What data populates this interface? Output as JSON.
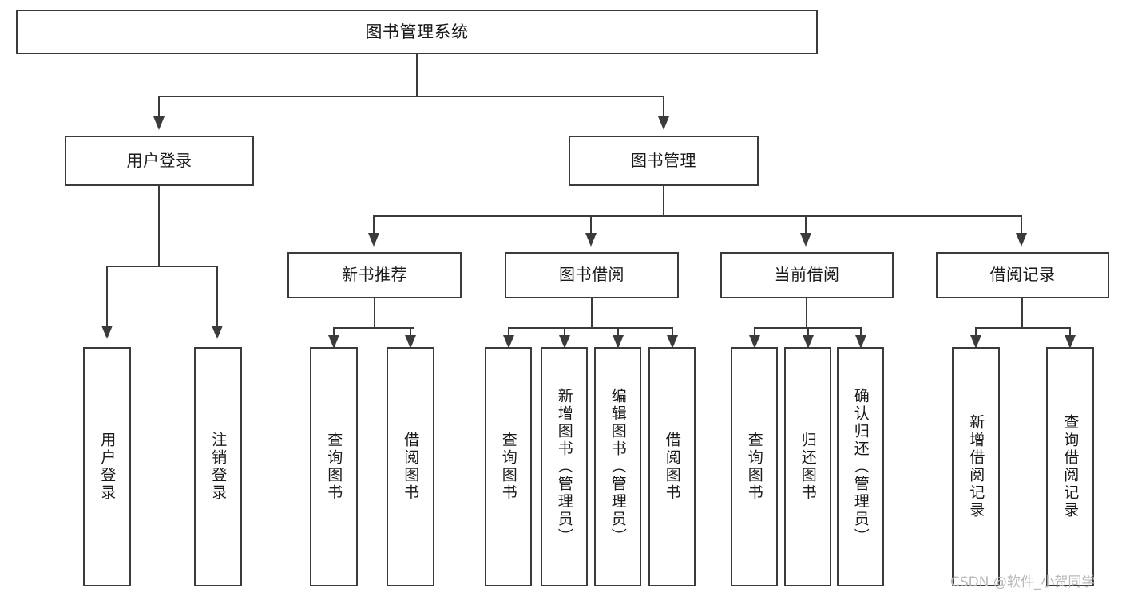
{
  "diagram": {
    "type": "tree",
    "title": "图书管理系统",
    "root": {
      "label": "图书管理系统"
    },
    "level1": [
      {
        "label": "用户登录"
      },
      {
        "label": "图书管理"
      }
    ],
    "level2": [
      {
        "label": "新书推荐"
      },
      {
        "label": "图书借阅"
      },
      {
        "label": "当前借阅"
      },
      {
        "label": "借阅记录"
      }
    ],
    "leaves": {
      "user_login": [
        {
          "label": "用户登录"
        },
        {
          "label": "注销登录"
        }
      ],
      "new_book_recommend": [
        {
          "label": "查询图书"
        },
        {
          "label": "借阅图书"
        }
      ],
      "book_borrow": [
        {
          "label": "查询图书"
        },
        {
          "label": "新增图书（管理员）"
        },
        {
          "label": "编辑图书（管理员）"
        },
        {
          "label": "借阅图书"
        }
      ],
      "current_borrow": [
        {
          "label": "查询图书"
        },
        {
          "label": "归还图书"
        },
        {
          "label": "确认归还（管理员）"
        }
      ],
      "borrow_record": [
        {
          "label": "新增借阅记录"
        },
        {
          "label": "查询借阅记录"
        }
      ]
    }
  },
  "watermark": {
    "text": "CSDN @软件_小贺同学"
  },
  "colors": {
    "stroke": "#3b3b3b",
    "fill": "#ffffff",
    "text": "#1a1a1a",
    "watermark": "#b9b9b9"
  }
}
